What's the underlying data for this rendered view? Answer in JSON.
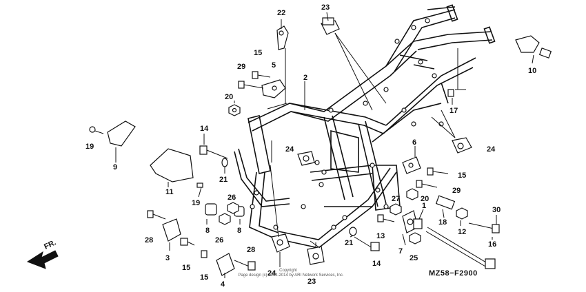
{
  "diagram": {
    "code": "MZ58−F2900",
    "direction_label": "FR.",
    "copyright_line1": "Copyright",
    "copyright_line2": "Page design (c) 2004-2014 by ARI Network Services, Inc.",
    "labels": {
      "p22": "22",
      "p23a": "23",
      "p15a": "15",
      "p29a": "29",
      "p5": "5",
      "p2": "2",
      "p20a": "20",
      "p10": "10",
      "p17": "17",
      "p19a": "19",
      "p9": "9",
      "p14a": "14",
      "p24a": "24",
      "p21a": "21",
      "p11": "11",
      "p19b": "19",
      "p26a": "26",
      "p8a": "8",
      "p26b": "26",
      "p8b": "8",
      "p6": "6",
      "p24b": "24",
      "p15b": "15",
      "p29b": "29",
      "p20b": "20",
      "p27": "27",
      "p1": "1",
      "p18": "18",
      "p12": "12",
      "p30": "30",
      "p28a": "28",
      "p3": "3",
      "p15c": "15",
      "p13": "13",
      "p28b": "28",
      "p24c": "24",
      "p21b": "21",
      "p7": "7",
      "p25": "25",
      "p16": "16",
      "p15d": "15",
      "p4": "4",
      "p23b": "23",
      "p14b": "14"
    }
  }
}
